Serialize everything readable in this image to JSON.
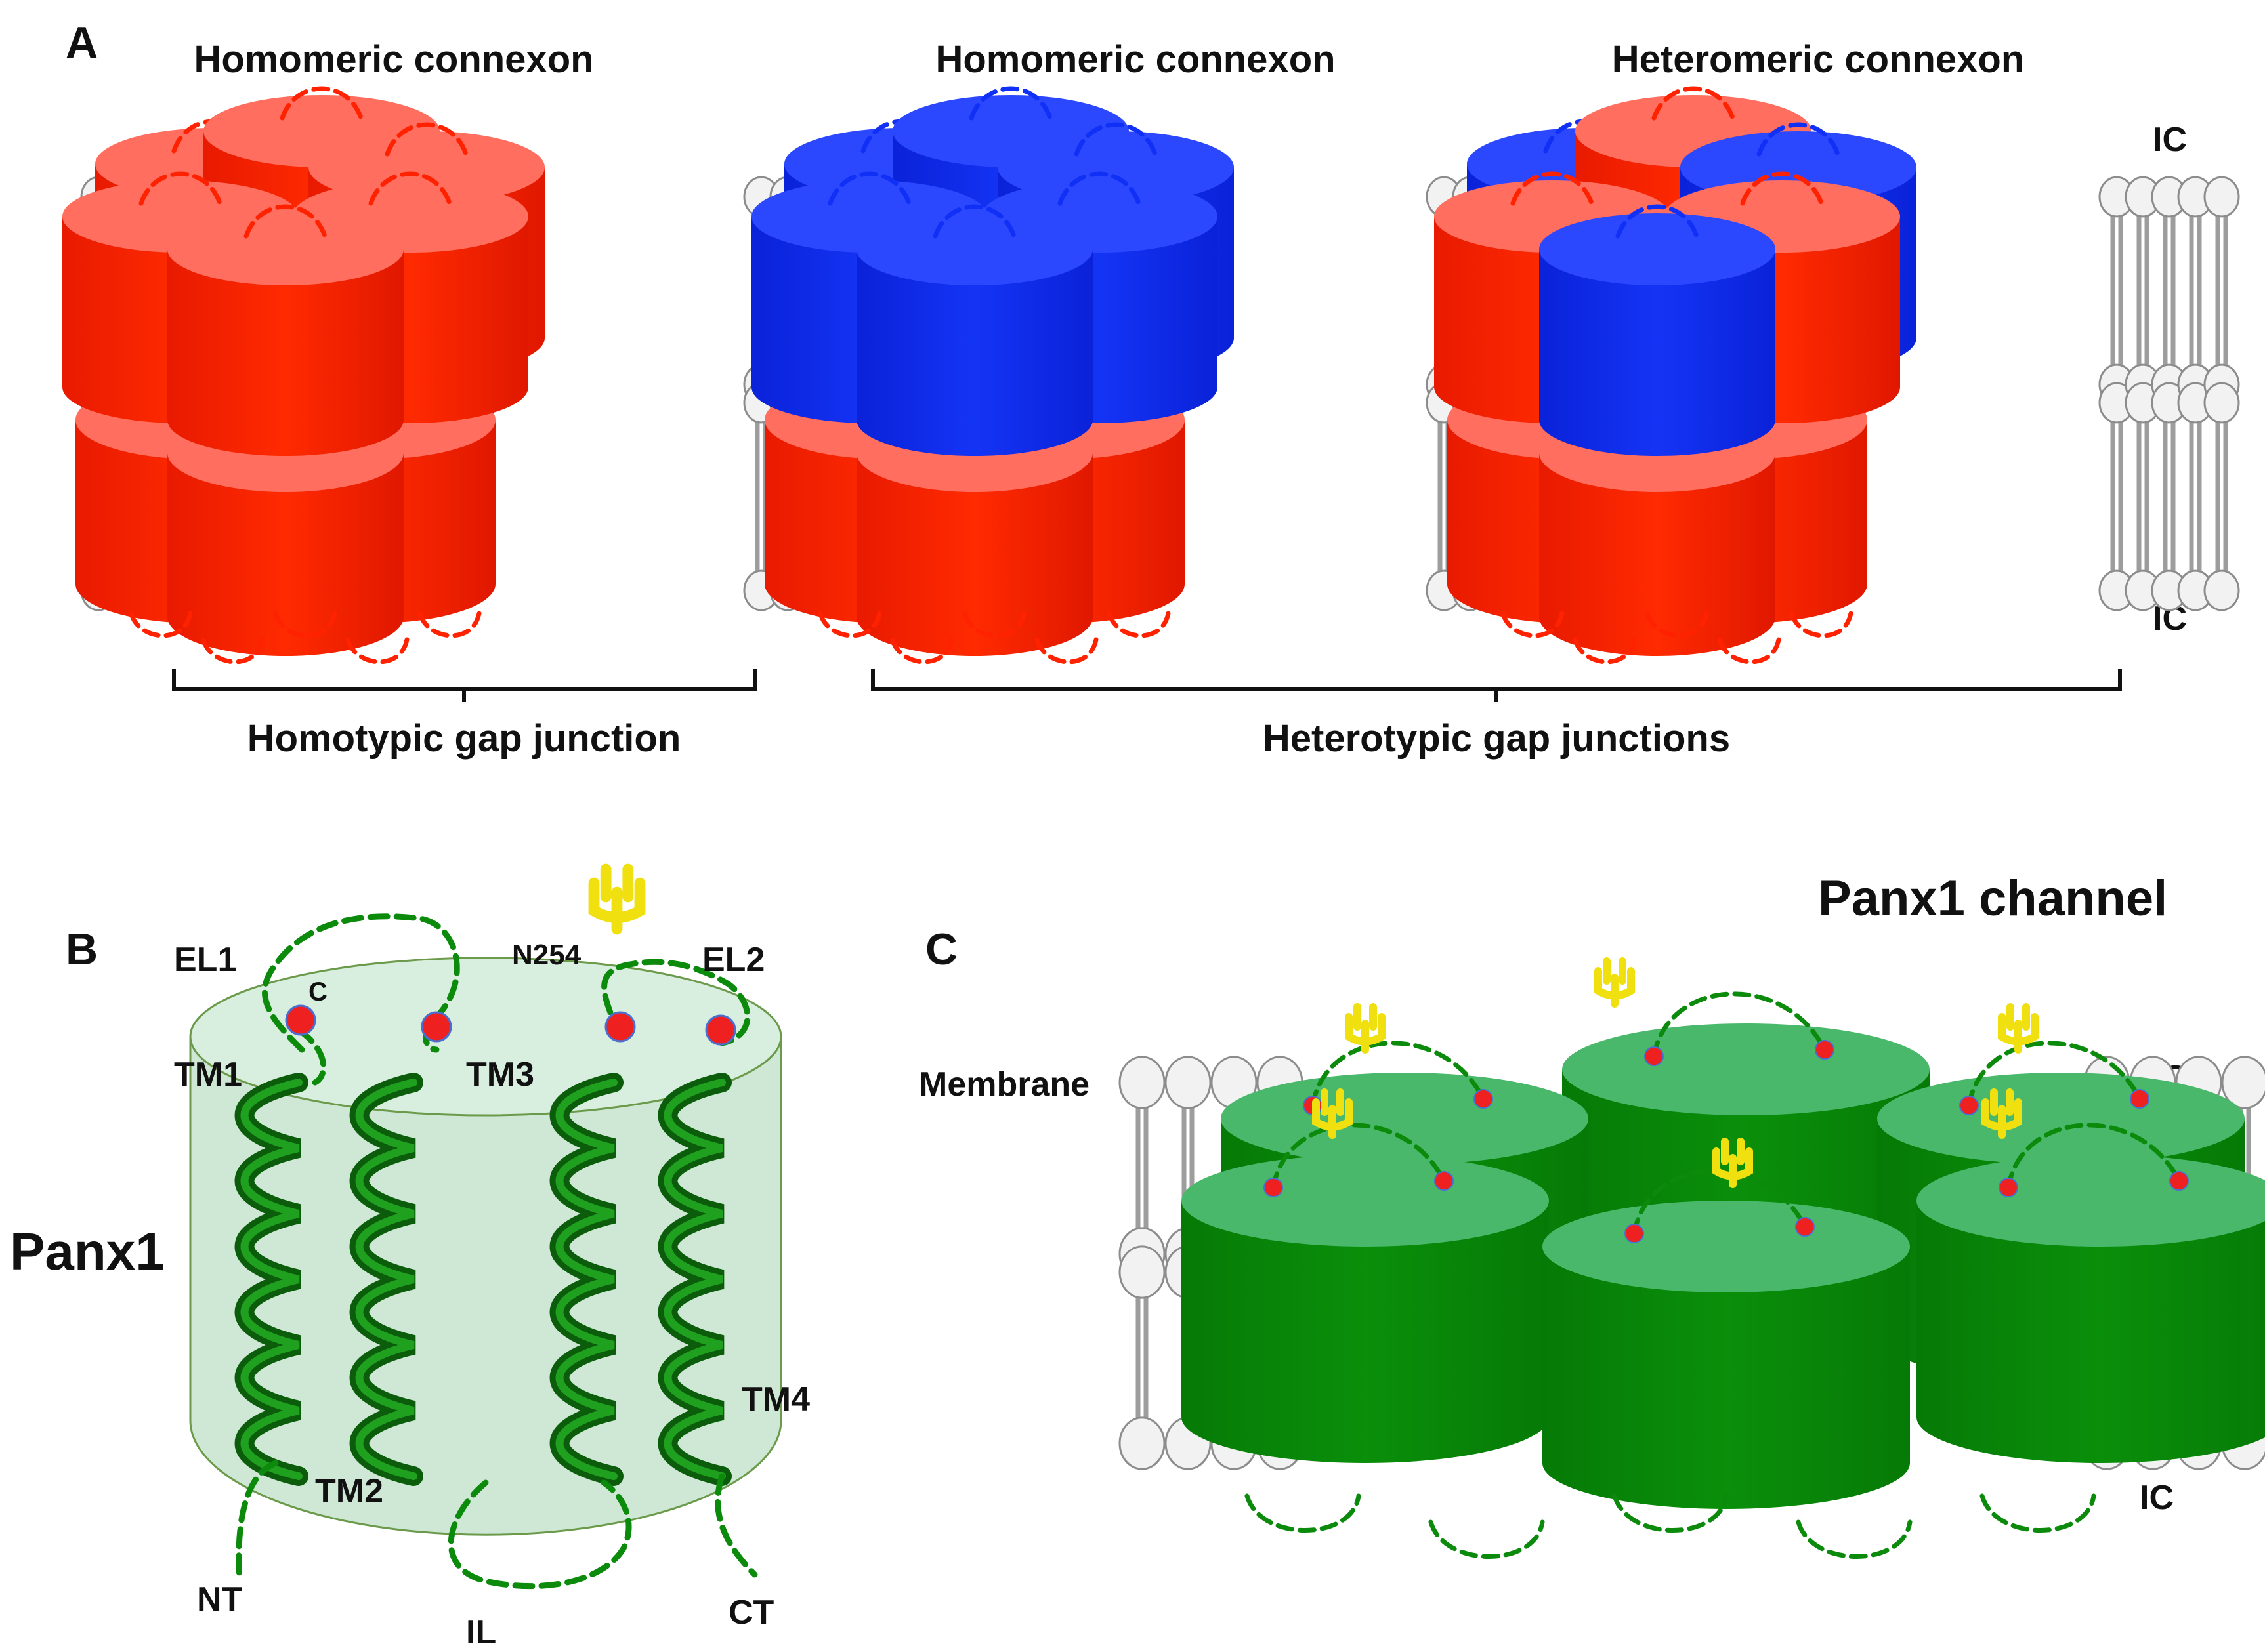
{
  "panel_a": {
    "letter": "A",
    "titles": [
      "Homomeric connexon",
      "Homomeric connexon",
      "Heteromeric connexon"
    ],
    "ic_top": "IC",
    "ic_bottom": "IC",
    "homotypic_label": "Homotypic gap junction",
    "heterotypic_label": "Heterotypic gap junctions"
  },
  "panel_b": {
    "letter": "B",
    "protein": "Panx1",
    "el1": "EL1",
    "c_label": "C",
    "n254": "N254",
    "el2": "EL2",
    "tm1": "TM1",
    "tm2": "TM2",
    "tm3": "TM3",
    "tm4": "TM4",
    "nt": "NT",
    "il": "IL",
    "ct": "CT"
  },
  "panel_c": {
    "letter": "C",
    "title": "Panx1 channel",
    "membrane": "Membrane",
    "ec": "EC",
    "ic": "IC"
  },
  "colors": {
    "connexin_red": "#ff2200",
    "connexin_blue": "#0f2ff5",
    "panx_green": "#0a8a0a",
    "panx_light": "#cfe8d6",
    "glycan_yellow": "#f0e010",
    "cysteine_red": "#ee2020"
  }
}
